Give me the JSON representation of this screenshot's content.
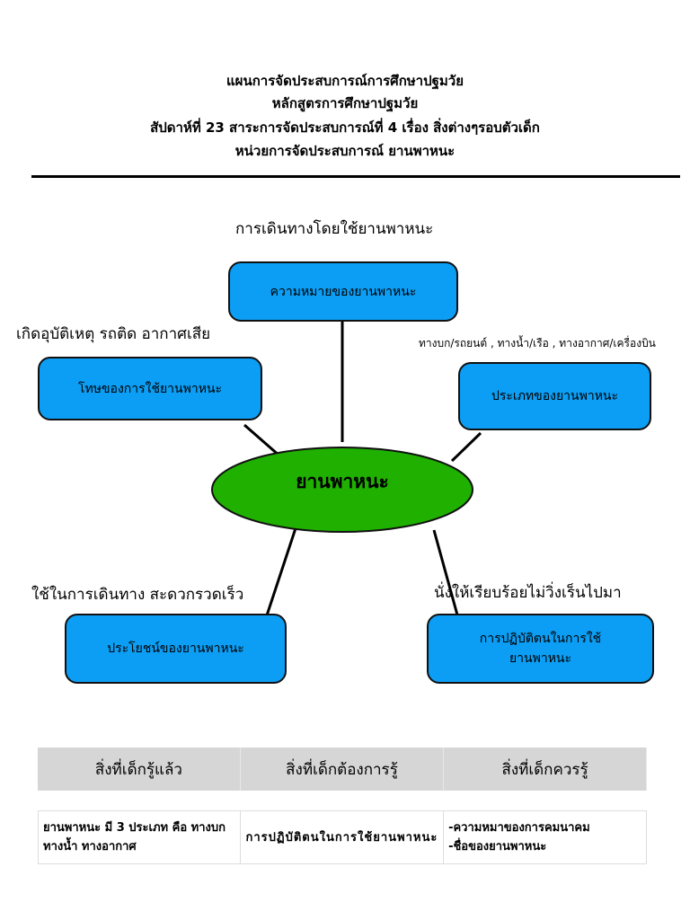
{
  "header": {
    "line1": "แผนการจัดประสบการณ์การศึกษาปฐมวัย",
    "line2": "หลักสูตรการศึกษาปฐมวัย",
    "line3": "สัปดาห์ที่ 23 สาระการจัดประสบการณ์ที่ 4 เรื่อง สิ่งต่างๆรอบตัวเด็ก",
    "line4": "หน่วยการจัดประสบการณ์ ยานพาหนะ"
  },
  "mindmap": {
    "center": "ยานพาหนะ",
    "top_label": "การเดินทางโดยใช้ยานพาหนะ",
    "top_box": "ความหมายของยานพาหนะ",
    "left_label": "เกิดอุบัติเหตุ รถติด อากาศเสีย",
    "left_box": "โทษของการใช้ยานพาหนะ",
    "right_label": "ทางบก/รถยนต์ , ทางน้ำ/เรือ , ทางอากาศ/เครื่องบิน",
    "right_box": "ประเภทของยานพาหนะ",
    "bottom_left_label": "ใช้ในการเดินทาง สะดวกรวดเร็ว",
    "bottom_left_box": "ประโยชน์ของยานพาหนะ",
    "bottom_right_label": "นั่งให้เรียบร้อยไม่วิ่งเร็นไปมา",
    "bottom_right_box_line1": "การปฏิบัติตนในการใช้",
    "bottom_right_box_line2": "ยานพาหนะ"
  },
  "table": {
    "headers": [
      "สิ่งที่เด็กรู้แล้ว",
      "สิ่งที่เด็กต้องการรู้",
      "สิ่งที่เด็กควรรู้"
    ],
    "row": {
      "col1": "ยานพาหนะ มี 3 ประเภท คือ ทางบก ทางน้ำ ทางอากาศ",
      "col2": "การปฏิบัติตนในการใช้ยานพาหนะ",
      "col3_line1": "-ความหมาของการคมนาคม",
      "col3_line2": "-ชื่อของยานพาหนะ"
    }
  },
  "colors": {
    "box": "#0c9ef4",
    "center": "#1fb000",
    "table_header": "#d6d6d6"
  }
}
